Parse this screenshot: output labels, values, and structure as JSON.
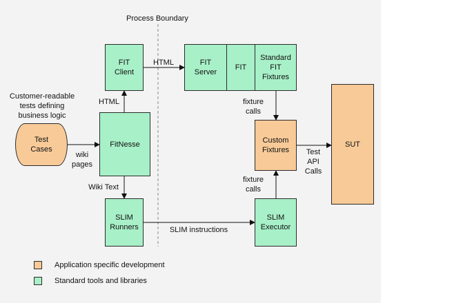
{
  "header": {
    "process_boundary": "Process Boundary"
  },
  "boxes": {
    "fit_client": "FIT\nClient",
    "fit_server": "FIT\nServer",
    "fit": "FIT",
    "standard_fit_fixtures": "Standard\nFIT\nFixtures",
    "fitnesse": "FitNesse",
    "test_cases": "Test\nCases",
    "custom_fixtures": "Custom\nFixtures",
    "sut": "SUT",
    "slim_runners": "SLIM\nRunners",
    "slim_executor": "SLIM\nExecutor"
  },
  "labels": {
    "customer_tests": "Customer-readable\ntests defining\nbusiness logic",
    "html_up": "HTML",
    "html_right": "HTML",
    "wiki_pages": "wiki\npages",
    "wiki_text": "Wiki Text",
    "fixture_calls_top": "fixture\ncalls",
    "fixture_calls_bottom": "fixture\ncalls",
    "test_api_calls": "Test\nAPI\nCalls",
    "slim_instructions": "SLIM instructions"
  },
  "legend": {
    "app_specific": "Application specific development",
    "standard_tools": "Standard tools and libraries"
  },
  "colors": {
    "standard": "#a8f0c8",
    "application": "#f7ca98"
  }
}
